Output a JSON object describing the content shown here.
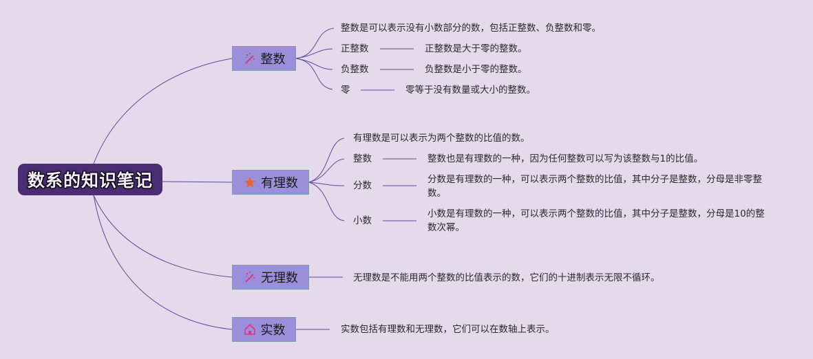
{
  "root": {
    "title": "数系的知识笔记"
  },
  "branches": [
    {
      "label": "整数",
      "icon": "magic-wand-icon",
      "children": [
        {
          "text": "整数是可以表示没有小数部分的数，包括正整数、负整数和零。"
        },
        {
          "label": "正整数",
          "text": "正整数是大于零的整数。"
        },
        {
          "label": "负整数",
          "text": "负整数是小于零的整数。"
        },
        {
          "label": "零",
          "text": "零等于没有数量或大小的整数。"
        }
      ]
    },
    {
      "label": "有理数",
      "icon": "star-icon",
      "children": [
        {
          "text": "有理数是可以表示为两个整数的比值的数。"
        },
        {
          "label": "整数",
          "text": "整数也是有理数的一种，因为任何整数可以写为该整数与1的比值。"
        },
        {
          "label": "分数",
          "text": "分数是有理数的一种，可以表示两个整数的比值，其中分子是整数，分母是非零整数。"
        },
        {
          "label": "小数",
          "text": "小数是有理数的一种，可以表示两个整数的比值，其中分子是整数，分母是10的整数次幂。"
        }
      ]
    },
    {
      "label": "无理数",
      "icon": "magic-wand-icon",
      "children": [
        {
          "text": "无理数是不能用两个整数的比值表示的数，它们的十进制表示无限不循环。"
        }
      ]
    },
    {
      "label": "实数",
      "icon": "home-icon",
      "children": [
        {
          "text": "实数包括有理数和无理数，它们可以在数轴上表示。"
        }
      ]
    }
  ],
  "colors": {
    "background": "#e4daec",
    "root_fill": "#4a2d73",
    "branch_fill": "#9b8edb",
    "connector": "#5a4a9a",
    "icon_pink": "#e0357f",
    "icon_orange": "#e8642a"
  }
}
